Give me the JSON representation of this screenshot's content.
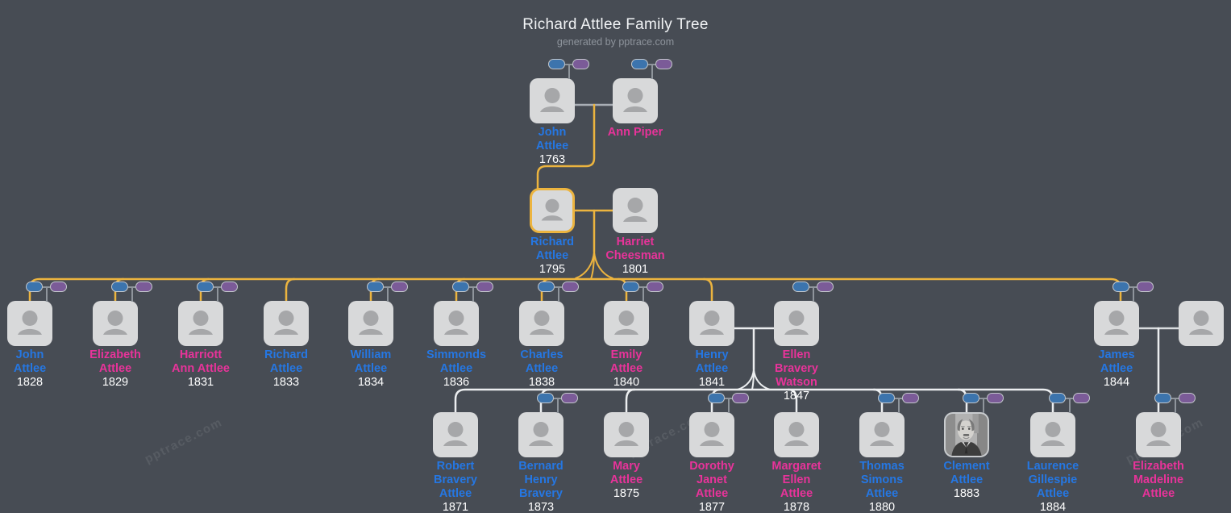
{
  "header": {
    "title": "Richard Attlee Family Tree",
    "subtitle": "generated by pptrace.com"
  },
  "watermark": {
    "text": "pptrace.com"
  },
  "colors": {
    "background": "#474C54",
    "node_fill": "#D8D9DA",
    "male_name": "#2577E3",
    "female_name": "#E8339A",
    "year_text": "#FFFFFF",
    "highlight_border": "#ECB43F",
    "lineage_line": "#ECB43F",
    "family_line": "#ECEEF0",
    "spouse_link_line": "#A9AEB5",
    "father_pill": "#3C74AD",
    "mother_pill": "#7B5B98"
  },
  "people": [
    {
      "id": "john_sr",
      "name_lines": [
        "John",
        "Attlee"
      ],
      "year": "1763",
      "gender": "male",
      "parents_indicator": true,
      "highlighted": false,
      "photo": false
    },
    {
      "id": "ann",
      "name_lines": [
        "Ann Piper"
      ],
      "year": "",
      "gender": "female",
      "parents_indicator": true,
      "highlighted": false,
      "photo": false
    },
    {
      "id": "richard_sr",
      "name_lines": [
        "Richard",
        "Attlee"
      ],
      "year": "1795",
      "gender": "male",
      "parents_indicator": false,
      "highlighted": true,
      "photo": false
    },
    {
      "id": "harriet",
      "name_lines": [
        "Harriet",
        "Cheesman"
      ],
      "year": "1801",
      "gender": "female",
      "parents_indicator": false,
      "highlighted": false,
      "photo": false
    },
    {
      "id": "john3",
      "name_lines": [
        "John",
        "Attlee"
      ],
      "year": "1828",
      "gender": "male",
      "parents_indicator": true,
      "highlighted": false,
      "photo": false
    },
    {
      "id": "elizabeth",
      "name_lines": [
        "Elizabeth",
        "Attlee"
      ],
      "year": "1829",
      "gender": "female",
      "parents_indicator": true,
      "highlighted": false,
      "photo": false
    },
    {
      "id": "harriott",
      "name_lines": [
        "Harriott",
        "Ann Attlee"
      ],
      "year": "1831",
      "gender": "female",
      "parents_indicator": true,
      "highlighted": false,
      "photo": false
    },
    {
      "id": "richard3",
      "name_lines": [
        "Richard",
        "Attlee"
      ],
      "year": "1833",
      "gender": "male",
      "parents_indicator": false,
      "highlighted": false,
      "photo": false
    },
    {
      "id": "william",
      "name_lines": [
        "William",
        "Attlee"
      ],
      "year": "1834",
      "gender": "male",
      "parents_indicator": true,
      "highlighted": false,
      "photo": false
    },
    {
      "id": "simmonds",
      "name_lines": [
        "Simmonds",
        "Attlee"
      ],
      "year": "1836",
      "gender": "male",
      "parents_indicator": true,
      "highlighted": false,
      "photo": false
    },
    {
      "id": "charles",
      "name_lines": [
        "Charles",
        "Attlee"
      ],
      "year": "1838",
      "gender": "male",
      "parents_indicator": true,
      "highlighted": false,
      "photo": false
    },
    {
      "id": "emily",
      "name_lines": [
        "Emily",
        "Attlee"
      ],
      "year": "1840",
      "gender": "female",
      "parents_indicator": true,
      "highlighted": false,
      "photo": false
    },
    {
      "id": "henry",
      "name_lines": [
        "Henry",
        "Attlee"
      ],
      "year": "1841",
      "gender": "male",
      "parents_indicator": false,
      "highlighted": false,
      "photo": false
    },
    {
      "id": "ellen",
      "name_lines": [
        "Ellen",
        "Bravery",
        "Watson"
      ],
      "year": "1847",
      "gender": "female",
      "parents_indicator": true,
      "highlighted": false,
      "photo": false
    },
    {
      "id": "james",
      "name_lines": [
        "James",
        "Attlee"
      ],
      "year": "1844",
      "gender": "male",
      "parents_indicator": true,
      "highlighted": false,
      "photo": false
    },
    {
      "id": "spouse_unknown",
      "name_lines": [],
      "year": "",
      "gender": "unknown",
      "parents_indicator": false,
      "highlighted": false,
      "photo": false
    },
    {
      "id": "robert",
      "name_lines": [
        "Robert",
        "Bravery",
        "Attlee"
      ],
      "year": "1871",
      "gender": "male",
      "parents_indicator": false,
      "highlighted": false,
      "photo": false
    },
    {
      "id": "bernard",
      "name_lines": [
        "Bernard",
        "Henry",
        "Bravery"
      ],
      "year": "1873",
      "gender": "male",
      "parents_indicator": true,
      "highlighted": false,
      "photo": false
    },
    {
      "id": "mary",
      "name_lines": [
        "Mary",
        "Attlee"
      ],
      "year": "1875",
      "gender": "female",
      "parents_indicator": false,
      "highlighted": false,
      "photo": false
    },
    {
      "id": "dorothy",
      "name_lines": [
        "Dorothy",
        "Janet",
        "Attlee"
      ],
      "year": "1877",
      "gender": "female",
      "parents_indicator": true,
      "highlighted": false,
      "photo": false
    },
    {
      "id": "margaret",
      "name_lines": [
        "Margaret",
        "Ellen",
        "Attlee"
      ],
      "year": "1878",
      "gender": "female",
      "parents_indicator": false,
      "highlighted": false,
      "photo": false
    },
    {
      "id": "thomas",
      "name_lines": [
        "Thomas",
        "Simons",
        "Attlee"
      ],
      "year": "1880",
      "gender": "male",
      "parents_indicator": true,
      "highlighted": false,
      "photo": false
    },
    {
      "id": "clement",
      "name_lines": [
        "Clement",
        "Attlee"
      ],
      "year": "1883",
      "gender": "male",
      "parents_indicator": true,
      "highlighted": false,
      "photo": true
    },
    {
      "id": "laurence",
      "name_lines": [
        "Laurence",
        "Gillespie",
        "Attlee"
      ],
      "year": "1884",
      "gender": "male",
      "parents_indicator": true,
      "highlighted": false,
      "photo": false
    },
    {
      "id": "elizabeth_madeline",
      "name_lines": [
        "Elizabeth",
        "Madeline",
        "Attlee"
      ],
      "year": "",
      "gender": "female",
      "parents_indicator": true,
      "highlighted": false,
      "photo": false
    }
  ]
}
